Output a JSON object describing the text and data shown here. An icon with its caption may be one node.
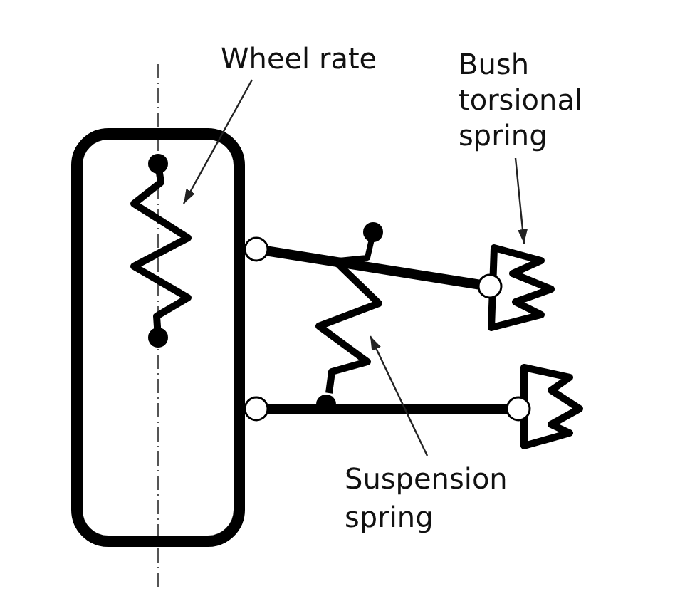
{
  "diagram": {
    "nodes": [
      {
        "text": [
          "Wheel rate"
        ]
      },
      {
        "text": [
          "Bush torsional spring"
        ]
      },
      {
        "text": [],
        "shape": "picture"
      },
      {
        "text": [],
        "shape": "picture"
      },
      {
        "text": [],
        "shape": "picture"
      },
      {
        "text": [
          "Suspension spring"
        ]
      }
    ],
    "edges": [
      {
        "from": 0,
        "to": 2,
        "arrow": "to"
      },
      {
        "from": 1,
        "to": 3,
        "arrow": "to"
      },
      {
        "from": 5,
        "to": 4,
        "arrow": "to"
      }
    ]
  }
}
